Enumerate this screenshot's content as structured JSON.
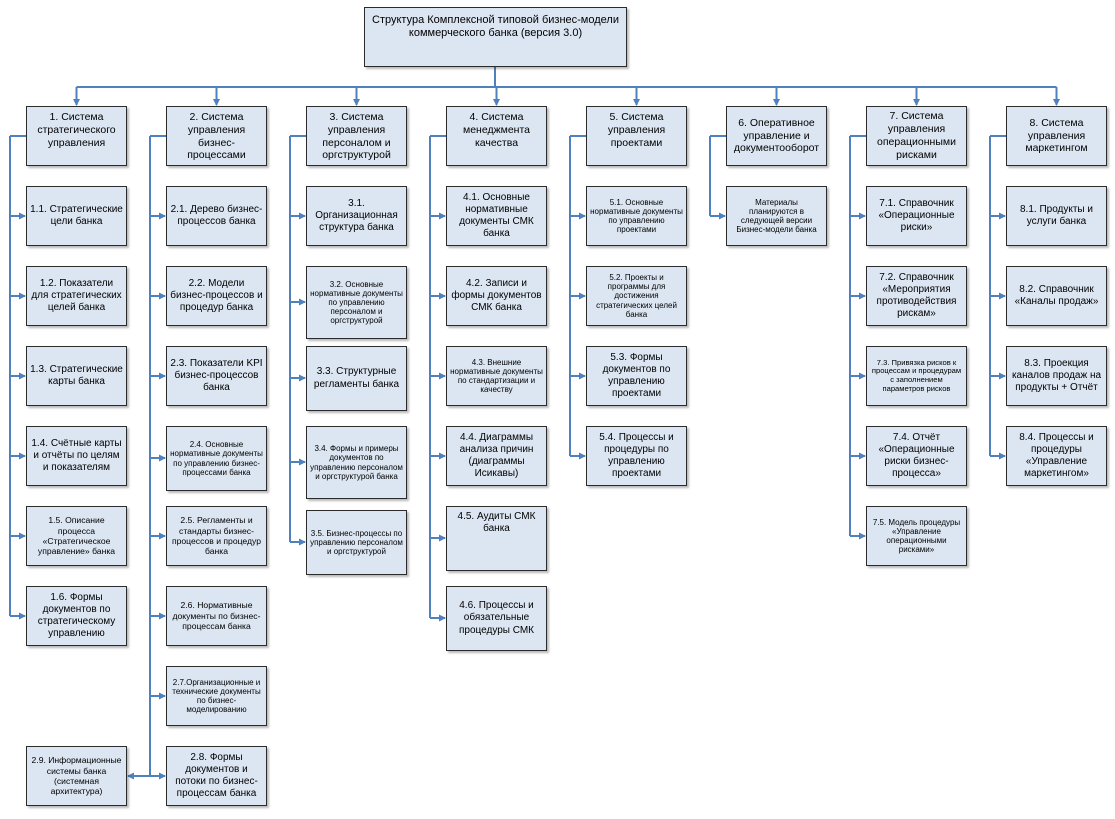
{
  "root": {
    "title": "Структура Комплексной типовой бизнес-модели коммерческого банка (версия 3.0)"
  },
  "columns": [
    {
      "title": "1. Система стратегического управления",
      "items": [
        "1.1. Стратегические цели банка",
        "1.2. Показатели для стратегических целей банка",
        "1.3. Стратегические карты банка",
        "1.4. Счётные карты и отчёты по целям и показателям",
        "1.5. Описание процесса «Стратегическое управление» банка",
        "1.6. Формы документов по стратегическому управлению"
      ]
    },
    {
      "title": "2. Система управления бизнес-процессами",
      "items": [
        "2.1. Дерево бизнес-процессов банка",
        "2.2. Модели бизнес-процессов и процедур банка",
        "2.3. Показатели KPI бизнес-процессов банка",
        "2.4. Основные нормативные документы по управлению бизнес-процессами банка",
        "2.5. Регламенты и стандарты бизнес-процессов и процедур банка",
        "2.6. Нормативные документы по бизнес-процессам банка",
        "2.7.Организационные и технические документы по бизнес-моделированию",
        "2.8. Формы документов и потоки по бизнес-процессам банка"
      ],
      "extra": "2.9. Информационные системы банка (системная архитектура)"
    },
    {
      "title": "3. Система управления персоналом и оргструктурой",
      "items": [
        "3.1. Организационная структура банка",
        "3.2. Основные нормативные документы по управлению персоналом и оргструктурой",
        "3.3. Структурные регламенты банка",
        "3.4. Формы и примеры документов по управлению персоналом и оргструктурой банка",
        "3.5. Бизнес-процессы по управлению персоналом и оргструктурой"
      ]
    },
    {
      "title": "4. Система менеджмента качества",
      "items": [
        "4.1. Основные нормативные документы СМК банка",
        "4.2. Записи и формы документов СМК банка",
        "4.3. Внешние нормативные документы по стандартизации и качеству",
        "4.4. Диаграммы анализа причин (диаграммы Исикавы)",
        "4.5. Аудиты СМК банка",
        "4.6. Процессы и обязательные процедуры СМК"
      ]
    },
    {
      "title": "5. Система управления проектами",
      "items": [
        "5.1. Основные нормативные документы по управлению проектами",
        "5.2. Проекты и программы для достижения стратегических целей банка",
        "5.3. Формы документов по управлению проектами",
        "5.4. Процессы и процедуры по управлению проектами"
      ]
    },
    {
      "title": "6. Оперативное управление и документооборот",
      "items": [
        "Материалы планируются в следующей версии Бизнес-модели банка"
      ]
    },
    {
      "title": "7. Система управления операционными рисками",
      "items": [
        "7.1. Справочник «Операционные риски»",
        "7.2. Справочник «Мероприятия противодействия рискам»",
        "7.3. Привязка рисков к процессам и процедурам с заполнением параметров рисков",
        "7.4. Отчёт «Операционные риски бизнес-процесса»",
        "7.5. Модель процедуры «Управление операционными рисками»"
      ]
    },
    {
      "title": "8. Система управления маркетингом",
      "items": [
        "8.1. Продукты и услуги банка",
        "8.2. Справочник «Каналы продаж»",
        "8.3. Проекция каналов продаж на продукты + Отчёт",
        "8.4. Процессы и процедуры «Управление маркетингом»"
      ]
    }
  ],
  "colors": {
    "box_fill": "#dce6f2",
    "box_border": "#2b2b2b",
    "connector": "#4f81bd"
  }
}
